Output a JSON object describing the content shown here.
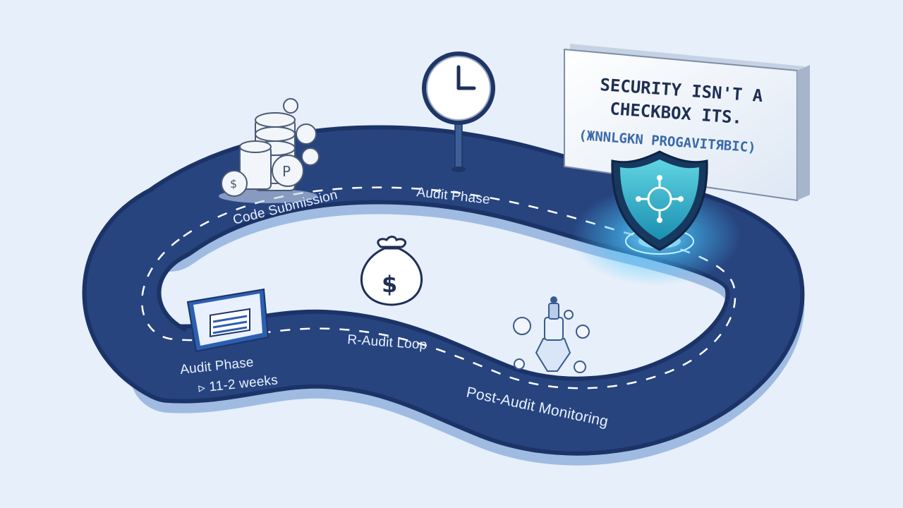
{
  "stages": {
    "code_submission": "Code Submission",
    "audit_phase_top": "Audit Phase",
    "re_audit_loop": "R-Audit Loop",
    "audit_phase_bottom": "Audit Phase",
    "duration": "▹ 11-2 weeks",
    "post_audit": "Post-Audit Monitoring"
  },
  "sign": {
    "line1": "SECURITY ISN'T A",
    "line2": "CHECKBOX ITS.",
    "line3": "(ЖNNLGKN PROGAVITЯBIC)"
  },
  "icons": {
    "coins": "coin-stack-icon",
    "clock": "clock-signpost-icon",
    "money_bag": "money-bag-icon",
    "shield": "shield-icon",
    "report": "audit-report-icon",
    "monitor": "monitoring-robot-icon"
  },
  "colors": {
    "background": "#e6effa",
    "road": "#27447f",
    "road_edge": "#1b3367",
    "road_side": "#9fbbe2",
    "shield": "#2fb3c6",
    "glow": "#48c6ff"
  }
}
